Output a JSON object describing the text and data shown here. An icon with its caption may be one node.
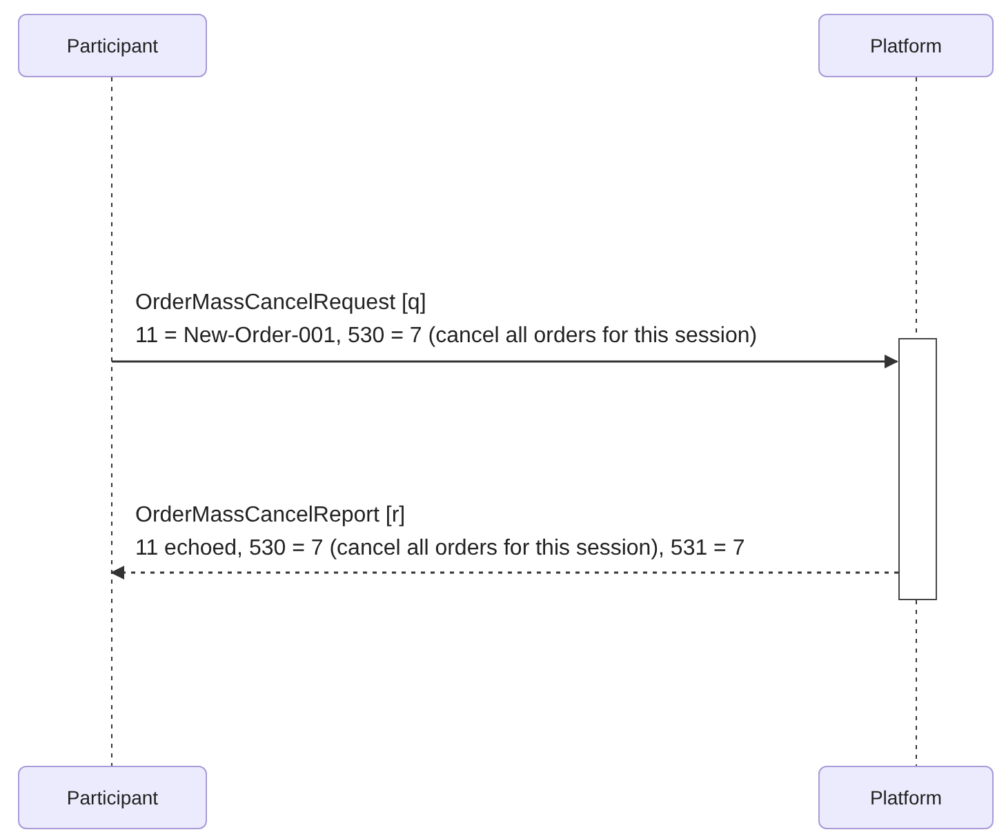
{
  "diagram": {
    "nodes": [
      {
        "text": [
          "Participant"
        ]
      },
      {
        "text": [
          "Platform"
        ]
      },
      {
        "text": [
          "Participant"
        ]
      },
      {
        "text": [
          "Platform"
        ]
      },
      {
        "text": [],
        "shape": "bar"
      }
    ],
    "edges": [
      {
        "from": 0,
        "to": 2,
        "arrow": "none",
        "style": "dashed"
      },
      {
        "from": 1,
        "to": 4,
        "arrow": "none",
        "style": "dashed"
      },
      {
        "from": 4,
        "to": 3,
        "arrow": "none",
        "style": "dashed"
      },
      {
        "from": null,
        "to": 4,
        "arrow": "to",
        "label": "OrderMassCancelRequest [q]"
      },
      {
        "from": 4,
        "to": null,
        "arrow": "to",
        "label": "OrderMassCancelReport [r]",
        "style": "dashed"
      }
    ],
    "labels": [
      "11 = New-Order-001, 530 = 7 (cancel all orders for this session)",
      "11 echoed, 530 = 7 (cancel all orders for this session), 531 = 7"
    ]
  }
}
